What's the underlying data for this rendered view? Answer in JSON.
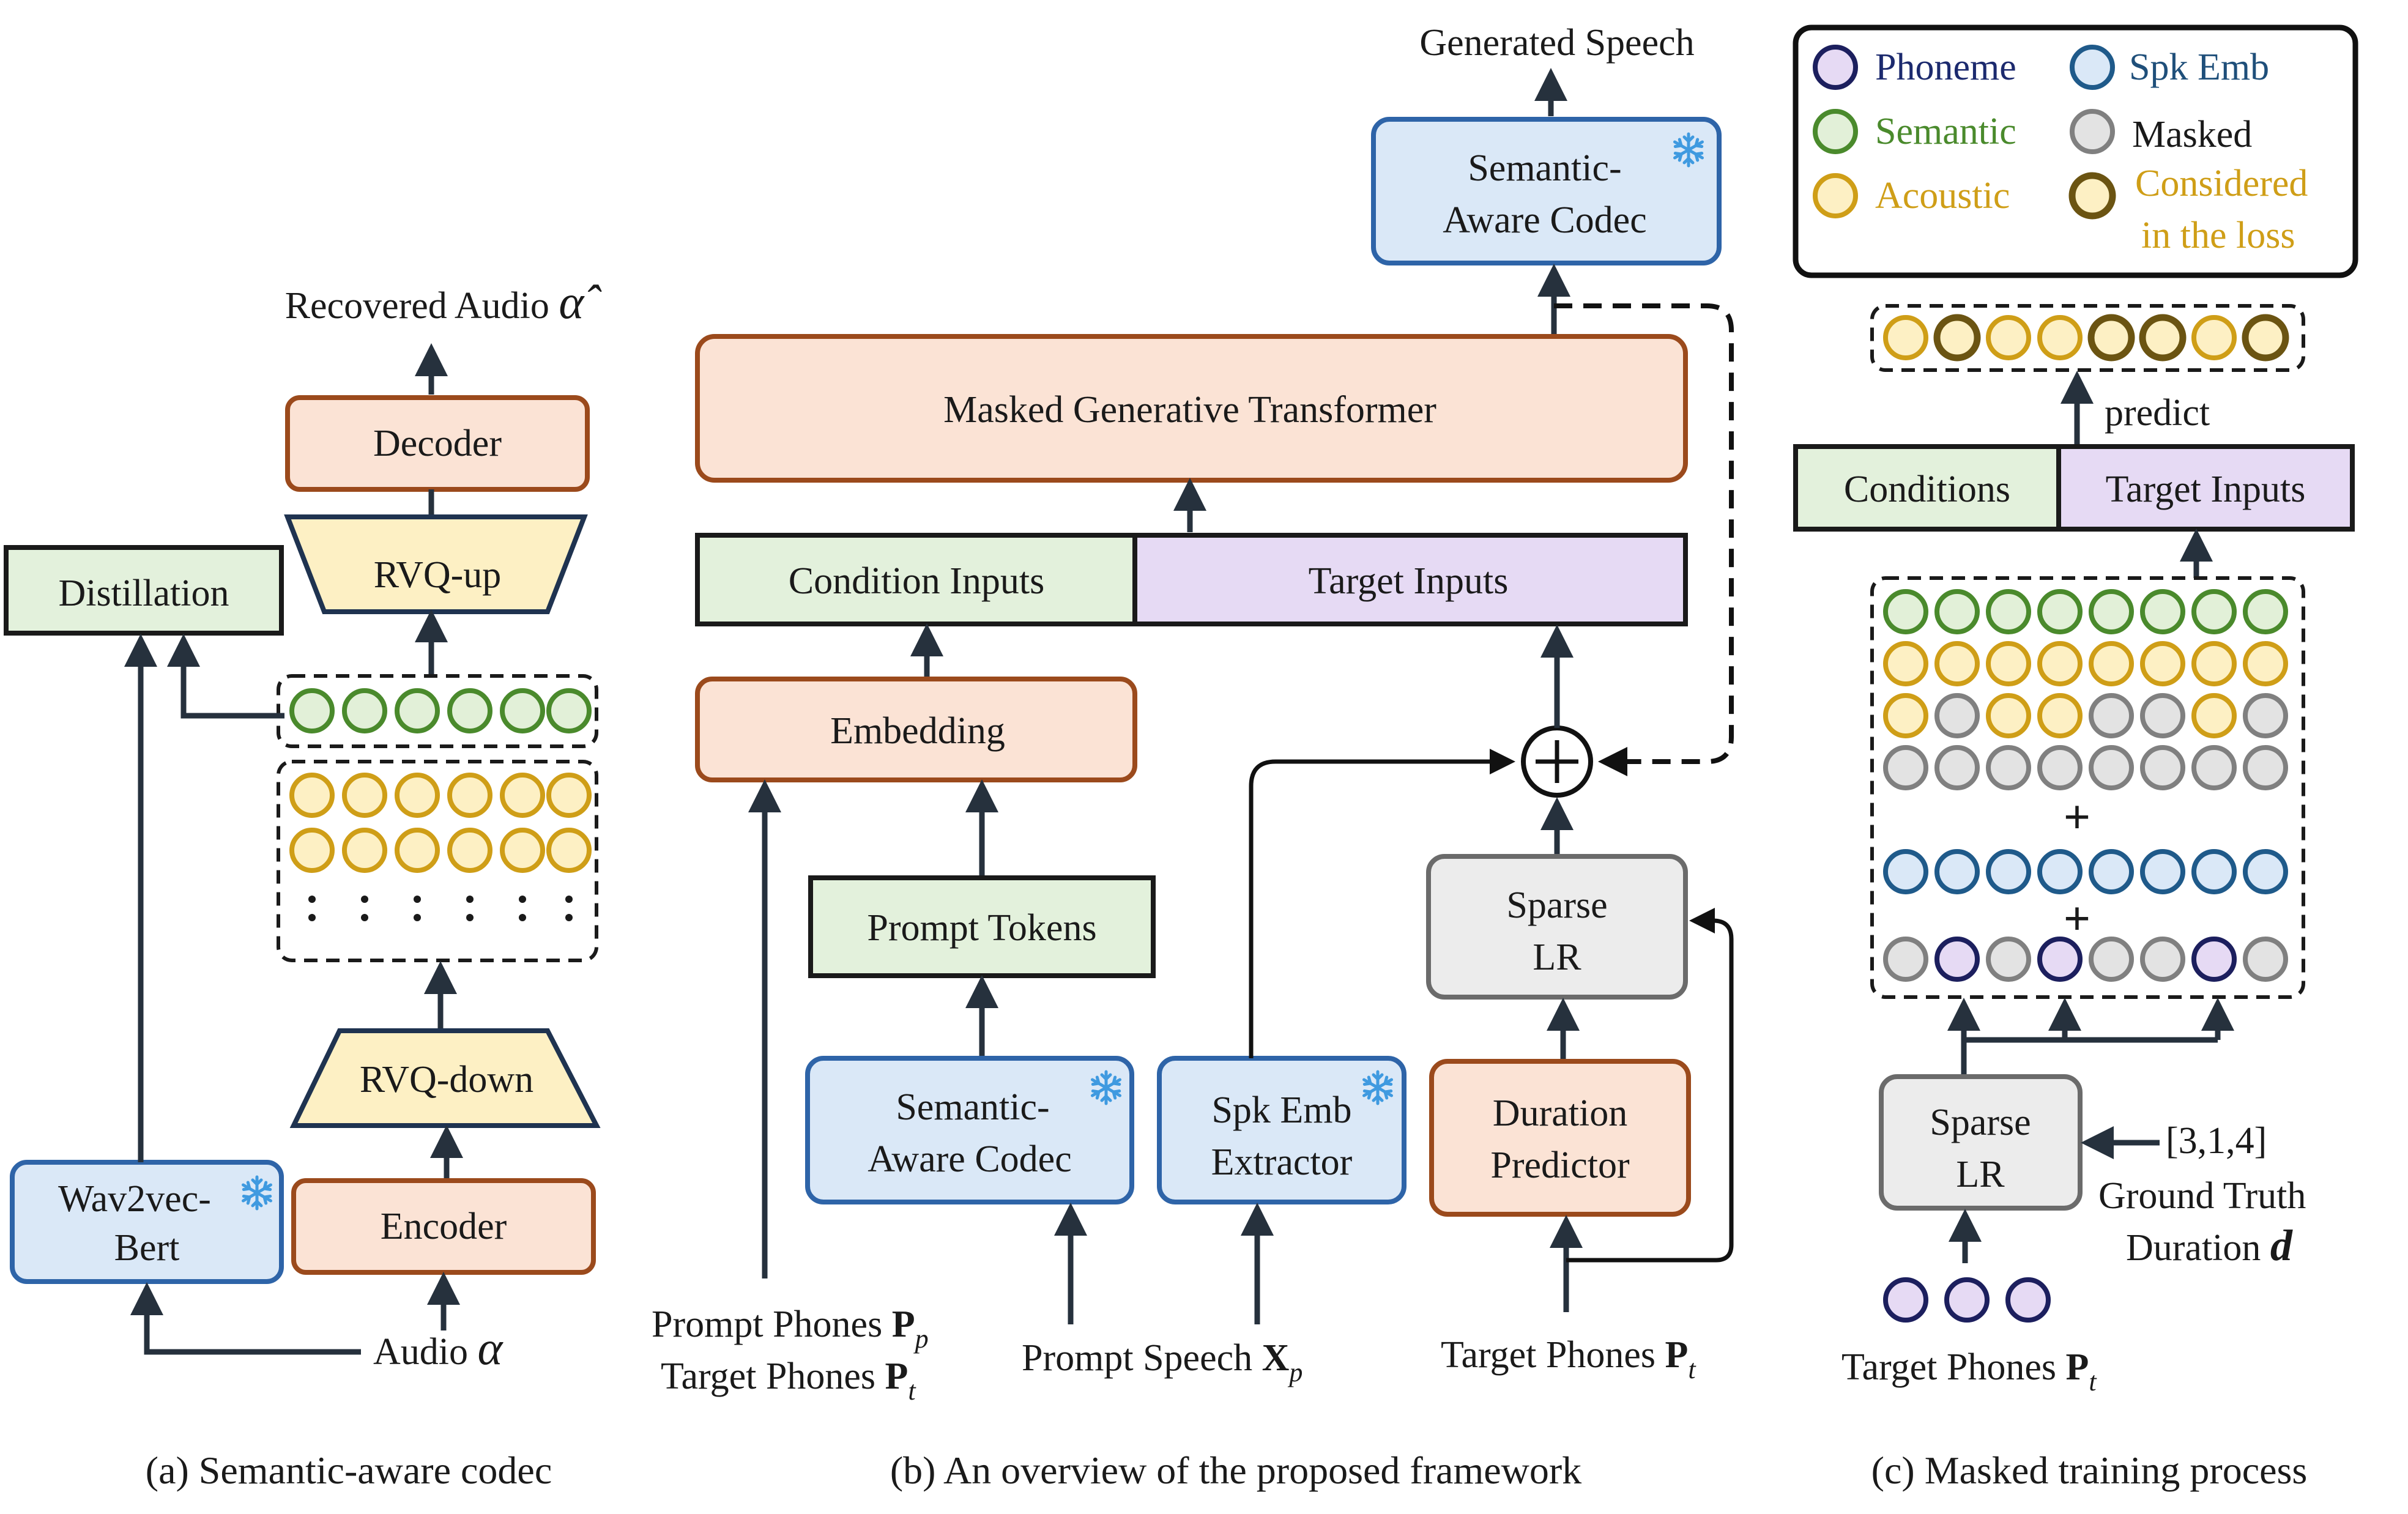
{
  "panel_a": {
    "caption": "(a) Semantic-aware codec",
    "recovered_audio": "Recovered Audio",
    "recovered_audio_symbol": "α̂",
    "decoder": "Decoder",
    "rvq_up": "RVQ-up",
    "distillation": "Distillation",
    "rvq_down": "RVQ-down",
    "encoder": "Encoder",
    "wav2vec_line1": "Wav2vec-",
    "wav2vec_line2": "Bert",
    "audio": "Audio",
    "audio_symbol": "α"
  },
  "panel_b": {
    "caption": "(b) An overview of the proposed framework",
    "generated_speech": "Generated Speech",
    "codec_line1": "Semantic-",
    "codec_line2": "Aware Codec",
    "transformer": "Masked Generative Transformer",
    "condition_inputs": "Condition Inputs",
    "target_inputs": "Target Inputs",
    "embedding": "Embedding",
    "prompt_tokens": "Prompt Tokens",
    "prompt_codec_line1": "Semantic-",
    "prompt_codec_line2": "Aware Codec",
    "spk_line1": "Spk Emb",
    "spk_line2": "Extractor",
    "sparse_line1": "Sparse",
    "sparse_line2": "LR",
    "duration_line1": "Duration",
    "duration_line2": "Predictor",
    "prompt_phones": "Prompt Phones",
    "prompt_phones_symbol": "P",
    "prompt_phones_sub": "p",
    "target_phones_left": "Target Phones",
    "target_phones_left_symbol": "P",
    "target_phones_left_sub": "t",
    "prompt_speech": "Prompt Speech",
    "prompt_speech_symbol": "X",
    "prompt_speech_sub": "p",
    "target_phones_right": "Target Phones",
    "target_phones_right_symbol": "P",
    "target_phones_right_sub": "t"
  },
  "panel_c": {
    "caption": "(c)  Masked training process",
    "legend": {
      "phoneme": "Phoneme",
      "spk_emb": "Spk Emb",
      "semantic": "Semantic",
      "masked": "Masked",
      "acoustic": "Acoustic",
      "considered_line1": "Considered",
      "considered_line2": "in the loss"
    },
    "predict": "predict",
    "conditions": "Conditions",
    "target_inputs": "Target Inputs",
    "plus_top": "+",
    "plus_bottom": "+",
    "sparse_line1": "Sparse",
    "sparse_line2": "LR",
    "duration_values": "[3,1,4]",
    "ground_truth_line1": "Ground Truth",
    "ground_truth_line2": "Duration",
    "duration_symbol": "d",
    "target_phones": "Target Phones",
    "target_phones_symbol": "P",
    "target_phones_sub": "t"
  },
  "colors": {
    "orange_fill": "#fbe3d5",
    "orange_stroke": "#9b4a1c",
    "blue_fill": "#dae8f7",
    "blue_stroke": "#2e64a8",
    "green_fill": "#e3f1dc",
    "purple_fill": "#e6daf4",
    "yellow_fill": "#fdf0c4",
    "legend_phoneme_text": "#1c2a6e",
    "legend_spk_text": "#1f4f7a",
    "legend_semantic_text": "#4a8a2c",
    "legend_acoustic_text": "#cf9e17"
  },
  "icons": [
    "snowflake-icon",
    "circle-plus-icon",
    "arrow-icon"
  ]
}
